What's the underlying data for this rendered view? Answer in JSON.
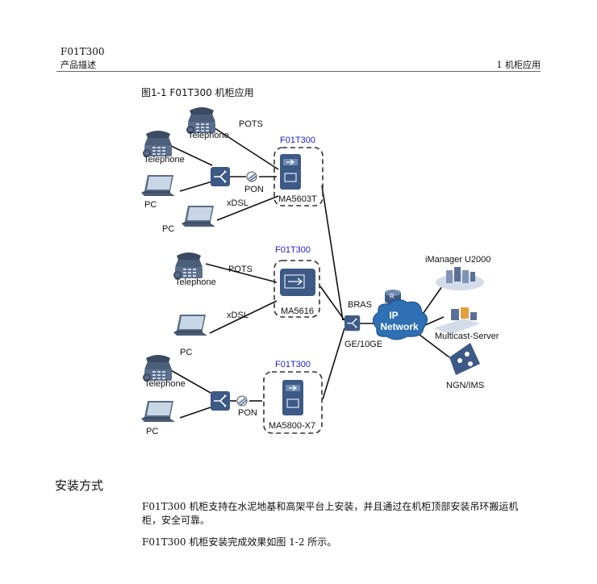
{
  "header": {
    "model": "F01T300",
    "doc_name": "产品描述",
    "chapter": "1 机柜应用"
  },
  "figure": {
    "caption": "图1-1 F01T300 机柜应用",
    "labels": {
      "pots_1": "POTS",
      "telephone_1": "Telephone",
      "telephone_2": "Telephone",
      "pon_1": "PON",
      "pc_1": "PC",
      "xdsl_1": "xDSL",
      "pc_2": "PC",
      "cabinet_1": "F01T300",
      "device_1": "MA5603T",
      "cabinet_2": "F01T300",
      "pots_2": "POTS",
      "telephone_3": "Telephone",
      "xdsl_2": "xDSL",
      "device_2": "MA5616",
      "pc_3": "PC",
      "bras": "BRAS",
      "ge": "GE/10GE",
      "ip_network_1": "IP",
      "ip_network_2": "Network",
      "imanager": "iManager U2000",
      "multicast": "Multicast-Server",
      "ngn": "NGN/IMS",
      "router_r": "R",
      "cabinet_3": "F01T300",
      "telephone_4": "Telephone",
      "pon_2": "PON",
      "pc_4": "PC",
      "device_3": "MA5800-X7"
    }
  },
  "section": {
    "title": "安装方式",
    "para1": "F01T300 机柜支持在水泥地基和高架平台上安装，并且通过在机柜顶部安装吊环搬运机柜，安全可靠。",
    "para2": "F01T300 机柜安装完成效果如图 1-2 所示。"
  },
  "colors": {
    "device_blue": "#3d5a86",
    "cabinet_label": "#2020cc",
    "cloud_blue": "#2f6fb3",
    "line": "#111111"
  },
  "icons": [
    "telephone-icon",
    "laptop-icon",
    "splitter-icon",
    "olt-icon",
    "router-icon",
    "cloud-icon",
    "server-icon"
  ]
}
